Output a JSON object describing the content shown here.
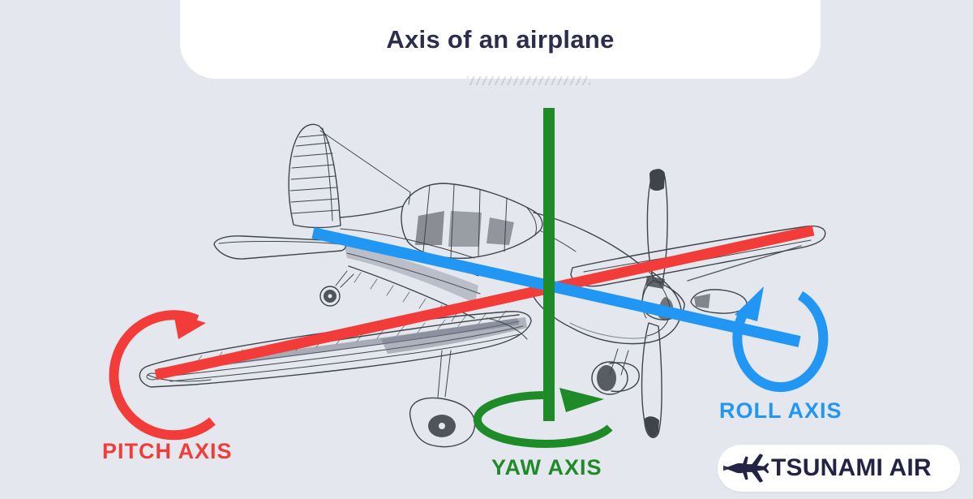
{
  "title": "Axis of an airplane",
  "axes": {
    "pitch": {
      "label": "PITCH AXIS",
      "color": "#f23c39"
    },
    "yaw": {
      "label": "YAW AXIS",
      "color": "#1f8b28"
    },
    "roll": {
      "label": "ROLL AXIS",
      "color": "#2196f3"
    }
  },
  "colors": {
    "background": "#e4e7ee",
    "banner": "#ffffff",
    "title_text": "#2b2d4f",
    "sketch": "#3f444b",
    "logo_navy": "#232345",
    "logo_bg": "#ffffff"
  },
  "logo": {
    "brand": "TSUNAMI AIR",
    "icon": "jet-icon"
  }
}
